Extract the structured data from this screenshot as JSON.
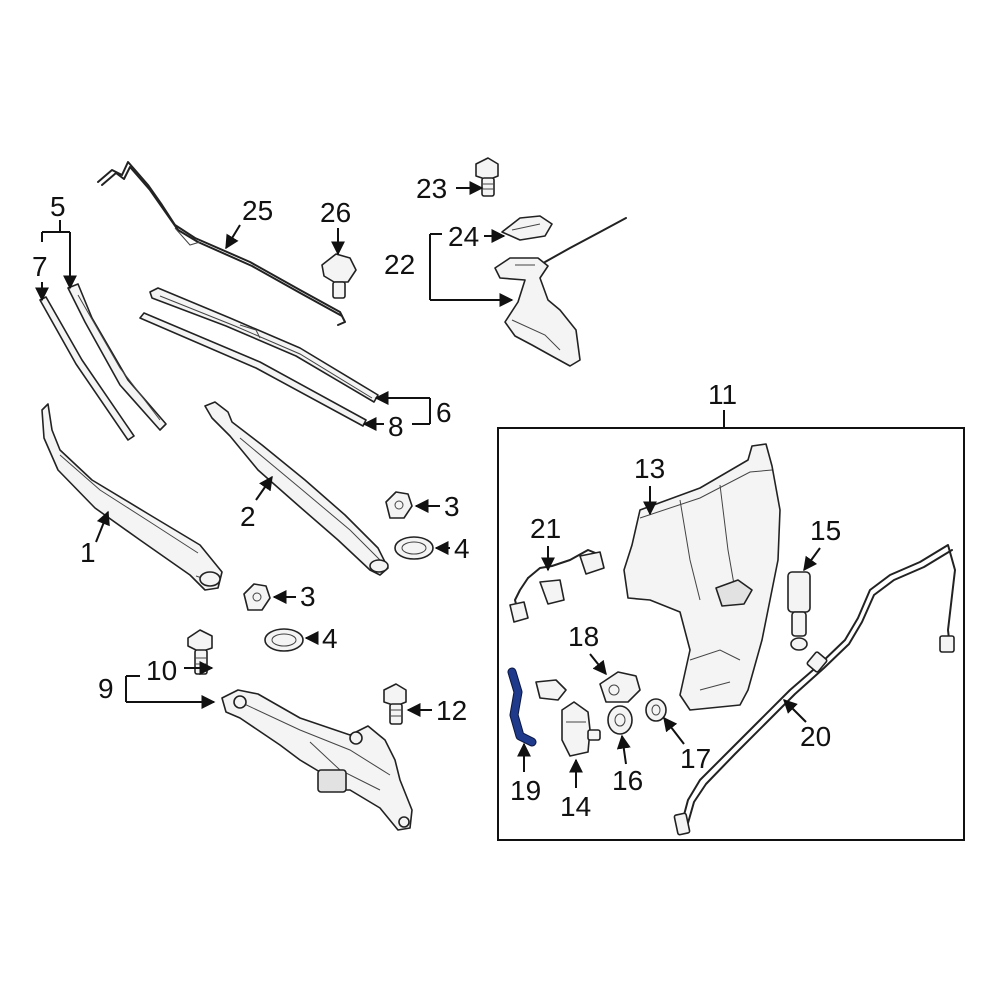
{
  "diagram": {
    "labels": {
      "p1": "1",
      "p2": "2",
      "p3a": "3",
      "p3b": "3",
      "p4a": "4",
      "p4b": "4",
      "p5": "5",
      "p6": "6",
      "p7": "7",
      "p8": "8",
      "p9": "9",
      "p10": "10",
      "p11": "11",
      "p12": "12",
      "p13": "13",
      "p14": "14",
      "p15": "15",
      "p16": "16",
      "p17": "17",
      "p18": "18",
      "p19": "19",
      "p20": "20",
      "p21": "21",
      "p22": "22",
      "p23": "23",
      "p24": "24",
      "p25": "25",
      "p26": "26"
    },
    "colors": {
      "highlight": "#1f3a8a",
      "line": "#222222",
      "background": "#ffffff"
    }
  }
}
